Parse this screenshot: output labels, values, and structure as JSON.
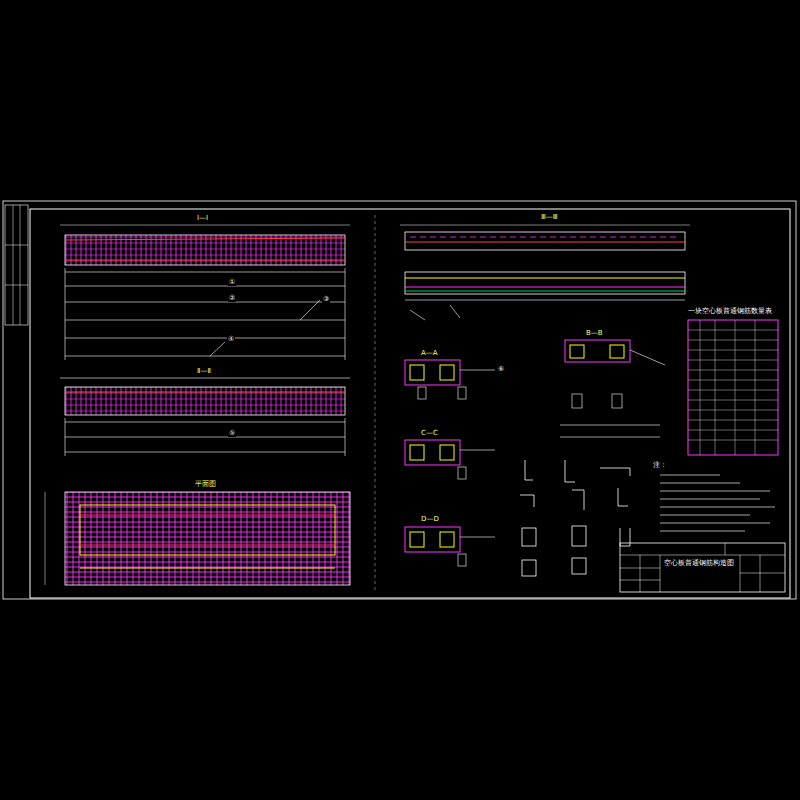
{
  "diagram": {
    "nodes": [
      {
        "text": [
          "一块空心板普通钢筋数量表"
        ]
      },
      {
        "text": [
          "空心板普通钢筋构造图"
        ]
      }
    ],
    "labels": [
      "Ⅰ—Ⅰ",
      "Ⅱ—Ⅱ",
      "平面图",
      "Ⅲ—Ⅲ",
      "A—A",
      "B—B",
      "C—C",
      "D—D",
      "①",
      "②",
      "③",
      "④",
      "⑤",
      "⑥",
      "注："
    ]
  }
}
